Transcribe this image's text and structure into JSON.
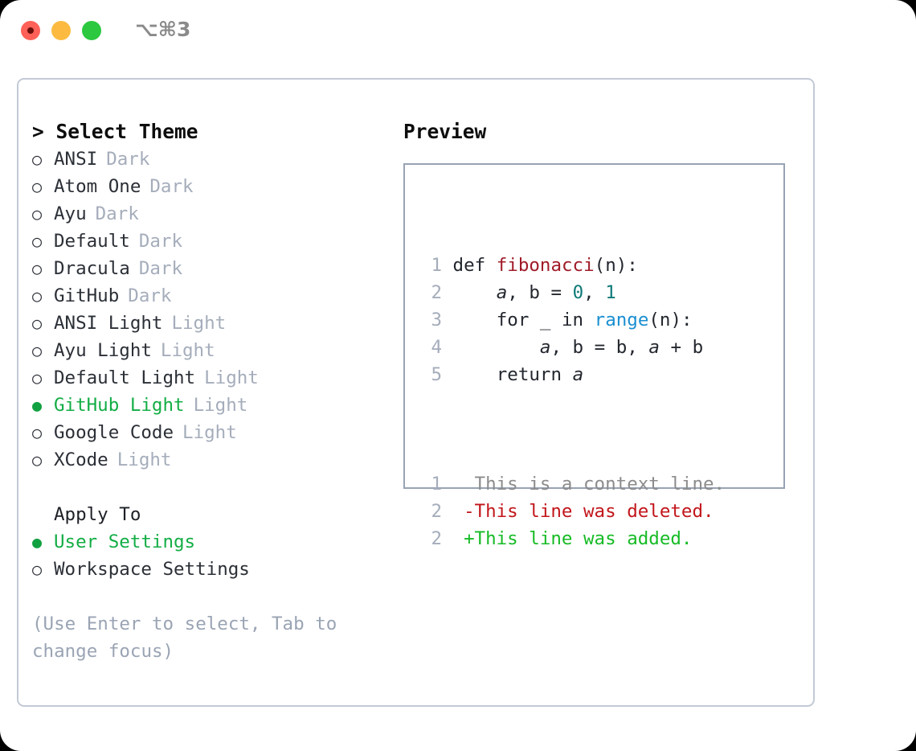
{
  "titlebar": {
    "shortcut": "⌥⌘3",
    "buttons": [
      {
        "name": "close",
        "color": "#ff6058"
      },
      {
        "name": "minimize",
        "color": "#fcbb40"
      },
      {
        "name": "zoom",
        "color": "#2bc840"
      }
    ]
  },
  "theme_panel": {
    "heading": "> Select Theme",
    "caret": ">",
    "heading_text": "Select Theme",
    "bullet_unselected": "○",
    "bullet_selected": "●",
    "accent_color": "#13ad45",
    "items": [
      {
        "label": "ANSI",
        "kind": "Dark",
        "selected": false
      },
      {
        "label": "Atom One",
        "kind": "Dark",
        "selected": false
      },
      {
        "label": "Ayu",
        "kind": "Dark",
        "selected": false
      },
      {
        "label": "Default",
        "kind": "Dark",
        "selected": false
      },
      {
        "label": "Dracula",
        "kind": "Dark",
        "selected": false
      },
      {
        "label": "GitHub",
        "kind": "Dark",
        "selected": false
      },
      {
        "label": "ANSI Light",
        "kind": "Light",
        "selected": false
      },
      {
        "label": "Ayu Light",
        "kind": "Light",
        "selected": false
      },
      {
        "label": "Default Light",
        "kind": "Light",
        "selected": false
      },
      {
        "label": "GitHub Light",
        "kind": "Light",
        "selected": true
      },
      {
        "label": "Google Code",
        "kind": "Light",
        "selected": false
      },
      {
        "label": "XCode",
        "kind": "Light",
        "selected": false
      }
    ]
  },
  "apply_to": {
    "heading": "Apply To",
    "options": [
      {
        "label": "User Settings",
        "selected": true
      },
      {
        "label": "Workspace Settings",
        "selected": false
      }
    ]
  },
  "hint": "(Use Enter to select, Tab to change focus)",
  "preview": {
    "heading": "Preview",
    "code_lines": [
      {
        "no": "1",
        "tokens": [
          {
            "t": "def ",
            "c": "plain"
          },
          {
            "t": "fibonacci",
            "c": "fn"
          },
          {
            "t": "(n):",
            "c": "plain"
          }
        ]
      },
      {
        "no": "2",
        "tokens": [
          {
            "t": "    ",
            "c": "plain"
          },
          {
            "t": "a",
            "c": "ital"
          },
          {
            "t": ", b = ",
            "c": "plain"
          },
          {
            "t": "0",
            "c": "num"
          },
          {
            "t": ", ",
            "c": "plain"
          },
          {
            "t": "1",
            "c": "num"
          }
        ]
      },
      {
        "no": "3",
        "tokens": [
          {
            "t": "    for _ in ",
            "c": "plain"
          },
          {
            "t": "range",
            "c": "call"
          },
          {
            "t": "(n):",
            "c": "plain"
          }
        ]
      },
      {
        "no": "4",
        "tokens": [
          {
            "t": "        ",
            "c": "plain"
          },
          {
            "t": "a",
            "c": "ital"
          },
          {
            "t": ", b = b, ",
            "c": "plain"
          },
          {
            "t": "a",
            "c": "ital"
          },
          {
            "t": " + b",
            "c": "plain"
          }
        ]
      },
      {
        "no": "5",
        "tokens": [
          {
            "t": "    return ",
            "c": "plain"
          },
          {
            "t": "a",
            "c": "ital"
          }
        ]
      }
    ],
    "diff_lines": [
      {
        "no": "1",
        "marker": " ",
        "text": "This is a context line.",
        "kind": "context"
      },
      {
        "no": "2",
        "marker": "-",
        "text": "This line was deleted.",
        "kind": "deleted"
      },
      {
        "no": "2",
        "marker": "+",
        "text": "This line was added.",
        "kind": "added"
      }
    ],
    "colors": {
      "function": "#a01b28",
      "number": "#0f7a77",
      "call": "#1a8fd1",
      "context": "#8c8c8c",
      "deleted": "#c2161b",
      "added": "#16bb25",
      "line_number": "#a5adbb"
    }
  }
}
